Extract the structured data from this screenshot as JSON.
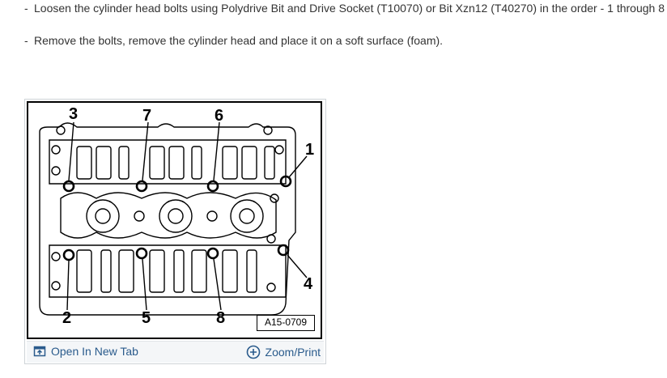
{
  "instructions": {
    "step1_dash": "-",
    "step1_text": "Loosen the cylinder head bolts using Polydrive Bit and Drive Socket (T10070) or Bit Xzn12 (T40270) in the order - 1 through 8",
    "step2_dash": "-",
    "step2_text": "Remove the bolts, remove the cylinder head and place it on a soft surface (foam)."
  },
  "figure": {
    "callouts": [
      "3",
      "7",
      "6",
      "1",
      "2",
      "5",
      "8",
      "4"
    ],
    "reference_id": "A15-0709",
    "open_label": "Open In New Tab",
    "zoom_label": "Zoom/Print",
    "open_icon": "open-new-tab-icon",
    "zoom_icon": "zoom-plus-icon",
    "link_color": "#2a5b8c"
  }
}
